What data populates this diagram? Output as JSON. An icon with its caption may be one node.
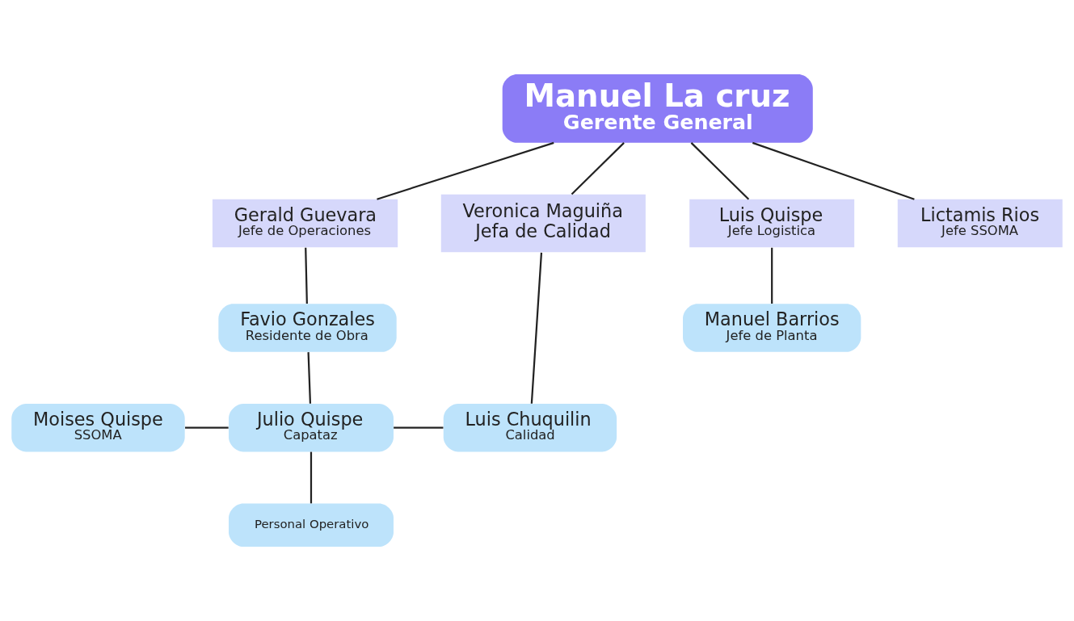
{
  "diagram": {
    "nodes": [
      {
        "text": [
          "Manuel La cruz",
          "Gerente General"
        ]
      },
      {
        "text": [
          "Gerald Guevara",
          "Jefe de Operaciones"
        ]
      },
      {
        "text": [
          "Veronica Maguiña",
          "Jefa de Calidad"
        ]
      },
      {
        "text": [
          "Luis Quispe",
          "Jefe Logistica"
        ]
      },
      {
        "text": [
          "Lictamis Rios",
          "Jefe SSOMA"
        ]
      },
      {
        "text": [
          "Favio Gonzales",
          "Residente de Obra"
        ]
      },
      {
        "text": [
          "Manuel Barrios",
          "Jefe de Planta"
        ]
      },
      {
        "text": [
          "Moises Quispe",
          "SSOMA"
        ]
      },
      {
        "text": [
          "Julio Quispe",
          "Capataz"
        ]
      },
      {
        "text": [
          "Luis Chuquilin",
          "Calidad"
        ]
      },
      {
        "text": [
          "Personal Operativo"
        ]
      }
    ],
    "edges": [
      {
        "from": 0,
        "to": 1,
        "arrow": "none"
      },
      {
        "from": 0,
        "to": 2,
        "arrow": "none"
      },
      {
        "from": 0,
        "to": 3,
        "arrow": "none"
      },
      {
        "from": 0,
        "to": 4,
        "arrow": "none"
      },
      {
        "from": 1,
        "to": 5,
        "arrow": "none"
      },
      {
        "from": 2,
        "to": 9,
        "arrow": "none"
      },
      {
        "from": 3,
        "to": 6,
        "arrow": "none"
      },
      {
        "from": 5,
        "to": 8,
        "arrow": "none"
      },
      {
        "from": 8,
        "to": 7,
        "arrow": "none"
      },
      {
        "from": 8,
        "to": 9,
        "arrow": "none"
      },
      {
        "from": 8,
        "to": 10,
        "arrow": "none"
      }
    ]
  }
}
